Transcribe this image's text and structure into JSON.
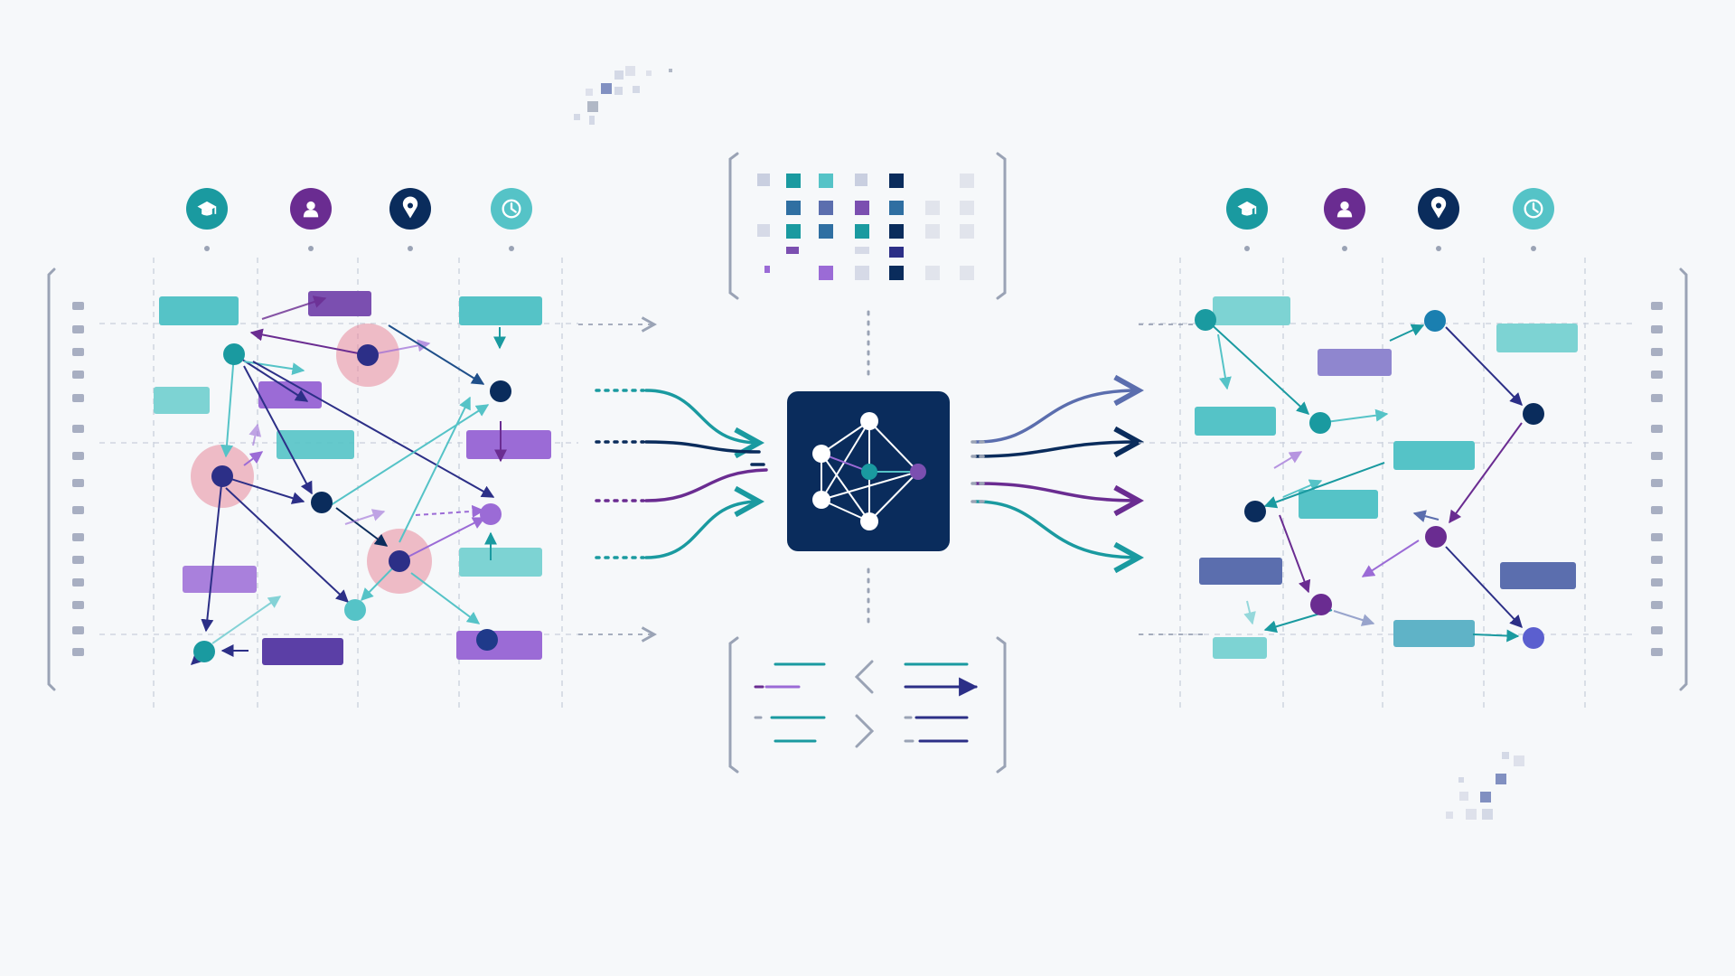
{
  "palette": {
    "teal": "#1a9aa0",
    "teal_light": "#55c3c7",
    "purple": "#6a2c91",
    "violet": "#9b6bd6",
    "indigo": "#2c2f87",
    "navy": "#0a2c5c",
    "slate_blue": "#5b6eae",
    "pink_halo": "#e8889a",
    "gray_line": "#9aa3b5",
    "background": "#f6f8fa"
  },
  "category_icons": [
    {
      "name": "education",
      "icon": "graduation-cap-icon",
      "color": "#1a9aa0"
    },
    {
      "name": "person",
      "icon": "person-icon",
      "color": "#6a2c91"
    },
    {
      "name": "location",
      "icon": "map-pin-icon",
      "color": "#0a2c5c"
    },
    {
      "name": "time",
      "icon": "clock-icon",
      "color": "#55c3c7"
    }
  ],
  "left_graph": {
    "state": "unstructured",
    "hub_count": 3
  },
  "center_processor": {
    "icon": "network-graph-icon"
  },
  "right_graph": {
    "state": "structured"
  }
}
